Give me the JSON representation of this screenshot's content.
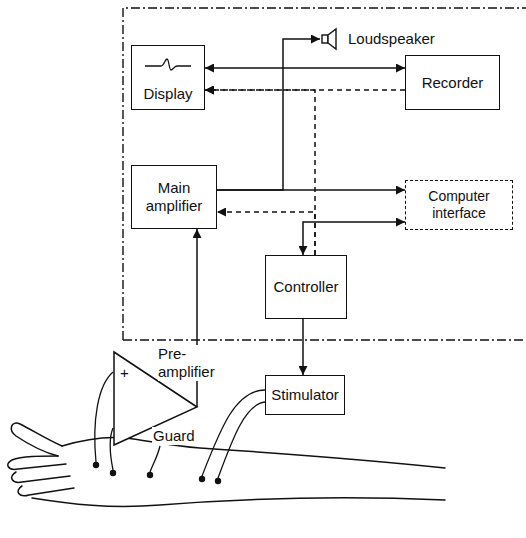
{
  "diagram": {
    "nodes": [
      {
        "text": [
          "Loudspeaker"
        ]
      },
      {
        "text": [
          "Display"
        ]
      },
      {
        "text": [
          "Recorder"
        ]
      },
      {
        "text": [
          "Main amplifier"
        ]
      },
      {
        "text": [
          "Computer interface"
        ]
      },
      {
        "text": [
          "Controller"
        ]
      },
      {
        "text": [
          "Pre-amplifier"
        ]
      },
      {
        "text": [
          "Stimulator"
        ]
      }
    ],
    "edges": [
      {
        "from": 1,
        "to": 2,
        "arrow": "both"
      },
      {
        "from": 2,
        "to": 1,
        "arrow": "to"
      },
      {
        "from": 5,
        "to": 1,
        "arrow": "to"
      },
      {
        "from": 5,
        "to": 3,
        "arrow": "to"
      },
      {
        "from": 3,
        "to": 0,
        "arrow": "to"
      },
      {
        "from": 3,
        "to": 4,
        "arrow": "to"
      },
      {
        "from": 4,
        "to": 5,
        "arrow": "both"
      },
      {
        "from": 5,
        "to": 7,
        "arrow": "to"
      },
      {
        "from": 6,
        "to": 3,
        "arrow": "to"
      }
    ],
    "labels": [
      "+",
      "Guard"
    ]
  }
}
